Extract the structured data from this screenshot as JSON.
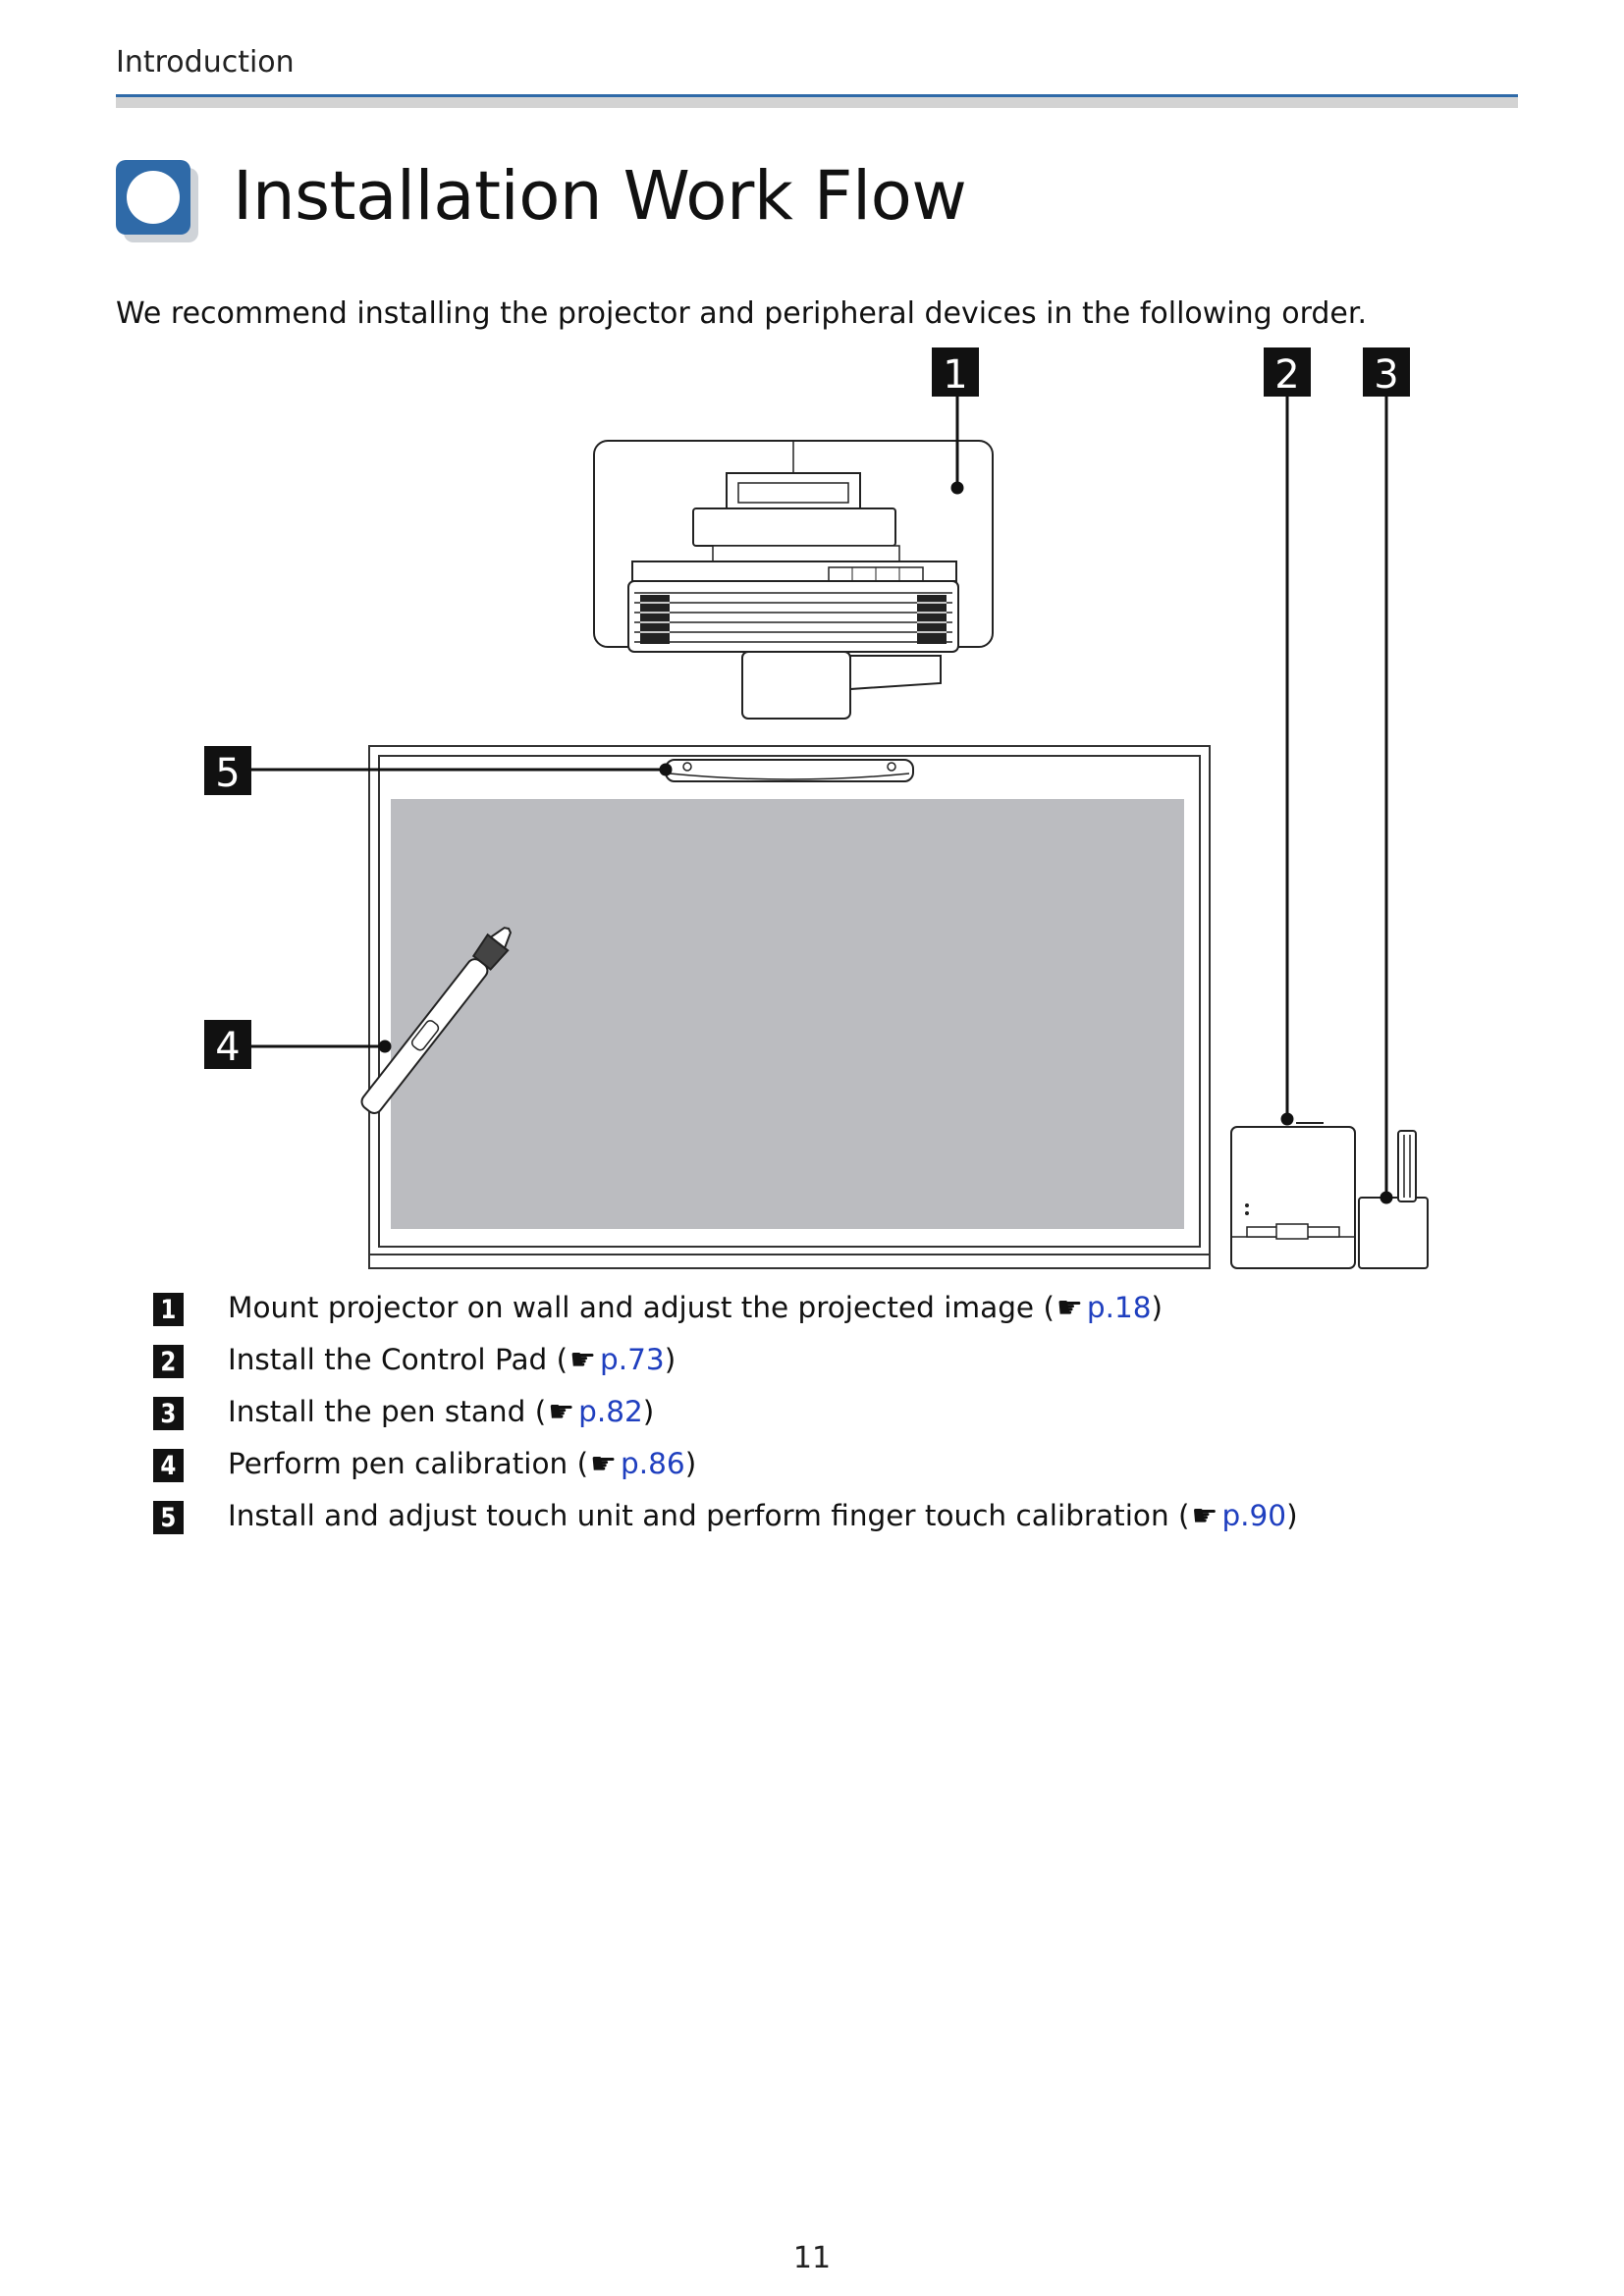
{
  "header": {
    "section": "Introduction"
  },
  "title": "Installation Work Flow",
  "intro": "We recommend installing the projector and peripheral devices in the following order.",
  "callouts": [
    "1",
    "2",
    "3",
    "4",
    "5"
  ],
  "steps": [
    {
      "number": "1",
      "text": "Mount projector on wall and adjust the projected image (",
      "link": "p.18",
      "close": ")"
    },
    {
      "number": "2",
      "text": "Install the Control Pad (",
      "link": "p.73",
      "close": ")"
    },
    {
      "number": "3",
      "text": "Install the pen stand (",
      "link": "p.82",
      "close": ")"
    },
    {
      "number": "4",
      "text": "Perform pen calibration (",
      "link": "p.86",
      "close": ")"
    },
    {
      "number": "5",
      "text": "Install and adjust touch unit and perform finger touch calibration (",
      "link": "p.90",
      "close": ")"
    }
  ],
  "hand_icon": "pointing-hand-icon",
  "colors": {
    "accent": "#2f6aa8",
    "link": "#1f3fbf",
    "screen": "#bbbcc0"
  },
  "page_number": "11"
}
